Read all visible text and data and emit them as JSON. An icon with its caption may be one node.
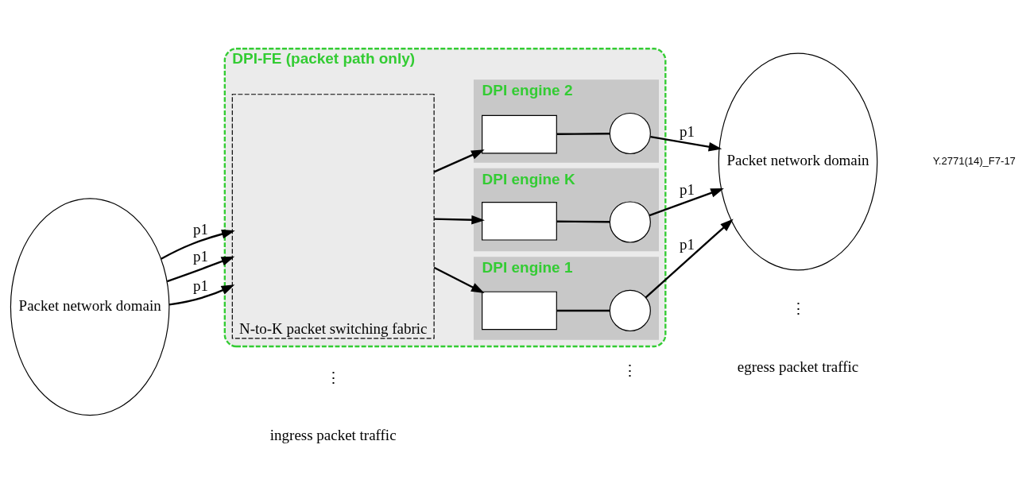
{
  "diagram": {
    "nodes": [
      {
        "text": [
          "Packet network domain"
        ]
      },
      {
        "text": [
          "DPI-FE (packet path only)"
        ]
      },
      {
        "text": [
          "N-to-K packet switching fabric"
        ],
        "in": 1
      },
      {
        "text": [
          "DPI engine 1"
        ],
        "in": 1
      },
      {
        "text": [],
        "shape": "box",
        "in": 3
      },
      {
        "text": [],
        "shape": "circle",
        "in": 3
      },
      {
        "text": [
          "DPI engine 2"
        ],
        "in": 1
      },
      {
        "text": [],
        "shape": "box",
        "in": 6
      },
      {
        "text": [],
        "shape": "circle",
        "in": 6
      },
      {
        "text": [
          "DPI engine K"
        ],
        "in": 1
      },
      {
        "text": [],
        "shape": "box",
        "in": 9
      },
      {
        "text": [],
        "shape": "circle",
        "in": 9
      },
      {
        "text": [
          "Packet network domain"
        ]
      }
    ],
    "edges": [
      {
        "from": 0,
        "to": 2,
        "arrow": "to",
        "label": "p1"
      },
      {
        "from": 0,
        "to": 2,
        "arrow": "to",
        "label": "p1"
      },
      {
        "from": 0,
        "to": 2,
        "arrow": "to",
        "label": "p1"
      },
      {
        "from": 2,
        "to": 4,
        "arrow": "to"
      },
      {
        "from": 2,
        "to": 7,
        "arrow": "to"
      },
      {
        "from": 2,
        "to": 10,
        "arrow": "to"
      },
      {
        "from": 4,
        "to": 5,
        "arrow": "none"
      },
      {
        "from": 7,
        "to": 8,
        "arrow": "none"
      },
      {
        "from": 10,
        "to": 11,
        "arrow": "none"
      },
      {
        "from": 5,
        "to": 12,
        "arrow": "to",
        "label": "p1"
      },
      {
        "from": 8,
        "to": 12,
        "arrow": "to",
        "label": "p1"
      },
      {
        "from": 11,
        "to": 12,
        "arrow": "to",
        "label": "p1"
      }
    ],
    "labels": [
      "⋮",
      "ingress packet traffic",
      "⋮",
      "⋮",
      "egress packet traffic",
      "Y.2771(14)_F7-17"
    ]
  }
}
